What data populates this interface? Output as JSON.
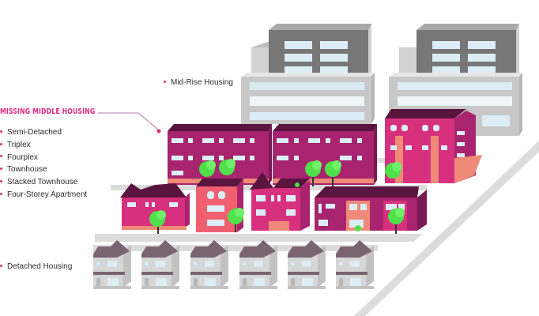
{
  "diagram": {
    "labels": {
      "mid_rise": "Mid-Rise Housing",
      "missing_middle_heading": "MISSING MIDDLE HOUSING",
      "detached": "Detached Housing"
    },
    "missing_middle_types": [
      "Semi-Detached",
      "Triplex",
      "Fourplex",
      "Townhouse",
      "Stacked Townhouse",
      "Four-Storey Apartment"
    ],
    "colors": {
      "accent": "#e0297f",
      "magenta_dark": "#5a1440",
      "magenta": "#a8246e",
      "pink": "#d7307f",
      "salmon": "#ef8a78",
      "coral": "#f06070",
      "window": "#dcedf6",
      "tree": "#4fe04a",
      "grey_dark": "#777777",
      "grey": "#c9c9c9",
      "grey_light": "#e0e0e0",
      "house_roof": "#7a6470",
      "road": "#dcdcdc"
    },
    "counts": {
      "mid_rise_buildings": 2,
      "detached_houses": 6
    }
  }
}
